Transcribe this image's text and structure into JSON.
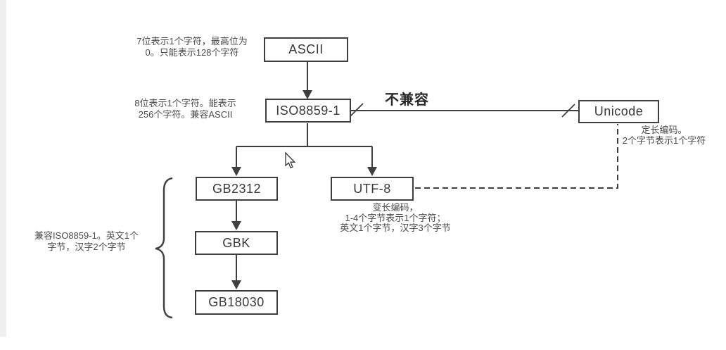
{
  "diagram": {
    "nodes": {
      "ascii": {
        "label": "ASCII"
      },
      "iso8859": {
        "label": "ISO8859-1"
      },
      "unicode": {
        "label": "Unicode"
      },
      "gb2312": {
        "label": "GB2312"
      },
      "utf8": {
        "label": "UTF-8"
      },
      "gbk": {
        "label": "GBK"
      },
      "gb18030": {
        "label": "GB18030"
      }
    },
    "annotations": {
      "ascii_note": "7位表示1个字符，最高位为\n0。只能表示128个字符",
      "iso_note": "8位表示1个字符。能表示\n256个字符。兼容ASCII",
      "gb_note": "兼容ISO8859-1。英文1个\n字节，汉字2个字节",
      "utf8_note": "变长编码，\n1-4个字节表示1个字符；\n英文1个字节，汉字3个字节",
      "unicode_note": "定长编码。\n2个字节表示1个字符"
    },
    "edge_labels": {
      "incompatible": "不兼容"
    },
    "colors": {
      "line": "#3f3f3f",
      "text": "#4b4b4b",
      "node_border": "#3f3f3f",
      "background": "#ffffff",
      "edge_strip": "#f0f0f0"
    },
    "icons": {
      "cursor": "mouse-pointer"
    }
  }
}
